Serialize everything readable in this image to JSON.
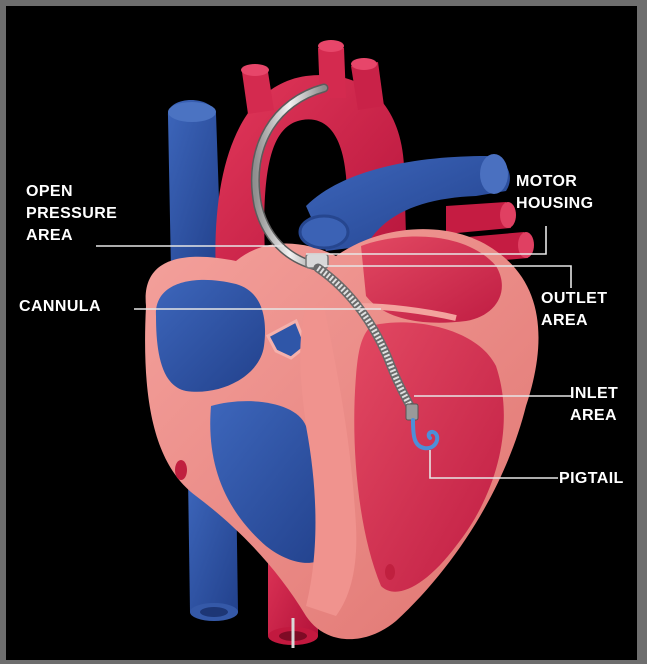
{
  "labels": {
    "open_pressure_area": [
      "OPEN",
      "PRESSURE",
      "AREA"
    ],
    "cannula": [
      "CANNULA"
    ],
    "motor_housing": [
      "MOTOR",
      "HOUSING"
    ],
    "outlet_area": [
      "OUTLET",
      "AREA"
    ],
    "inlet_area": [
      "INLET",
      "AREA"
    ],
    "pigtail": [
      "PIGTAIL"
    ]
  },
  "colors": {
    "background": "#000000",
    "frame": "#6e6e6e",
    "arterial_red": "#d9264a",
    "venous_blue": "#2f56a8",
    "tissue_pink": "#ef8a86",
    "leader_line": "#e6e6e6"
  },
  "icons": {
    "heart": "heart-cross-section-illustration",
    "device": "impella-catheter-pump"
  }
}
